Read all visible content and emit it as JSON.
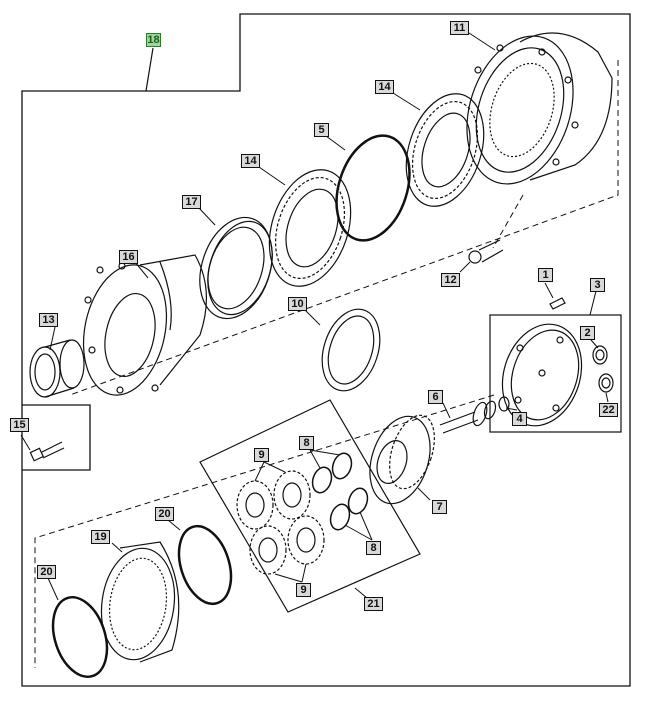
{
  "diagram": {
    "callouts": {
      "c1": "1",
      "c2": "2",
      "c3": "3",
      "c4": "4",
      "c5": "5",
      "c6": "6",
      "c7": "7",
      "c8a": "8",
      "c8b": "8",
      "c9a": "9",
      "c9b": "9",
      "c10": "10",
      "c11": "11",
      "c12": "12",
      "c13": "13",
      "c14a": "14",
      "c14b": "14",
      "c15": "15",
      "c16": "16",
      "c17": "17",
      "c18": "18",
      "c19": "19",
      "c20a": "20",
      "c20b": "20",
      "c21": "21",
      "c22": "22"
    },
    "colors": {
      "line": "#111111",
      "callout_bg": "#d9d9d9",
      "highlight_bg": "#9fd49a",
      "highlight_text": "#1c5e1c"
    }
  }
}
